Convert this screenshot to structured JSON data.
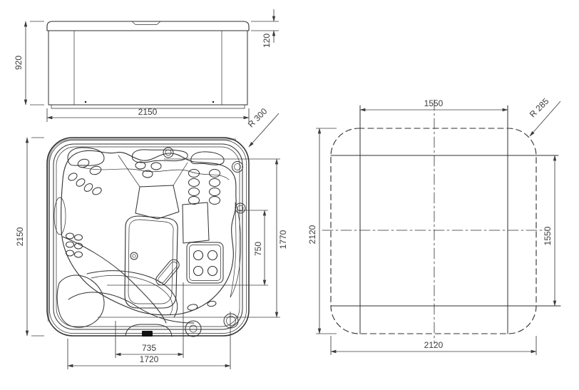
{
  "colors": {
    "background": "#ffffff",
    "line": "#2f2f2f",
    "dim": "#3c3c3c",
    "shading": "#aeaeae",
    "jet_fill": "#111111"
  },
  "views": {
    "side": {
      "height": "920",
      "lid_thickness": "120",
      "width": "2150"
    },
    "plan": {
      "height": "2150",
      "corner_radius": "R 300",
      "right_inner": "750",
      "right_outer": "1770",
      "bottom_inner": "735",
      "bottom_outer": "1720"
    },
    "cutout": {
      "top_width": "1550",
      "corner_radius": "R 285",
      "left_height": "2120",
      "right_height": "1550",
      "bottom_width": "2120"
    }
  }
}
